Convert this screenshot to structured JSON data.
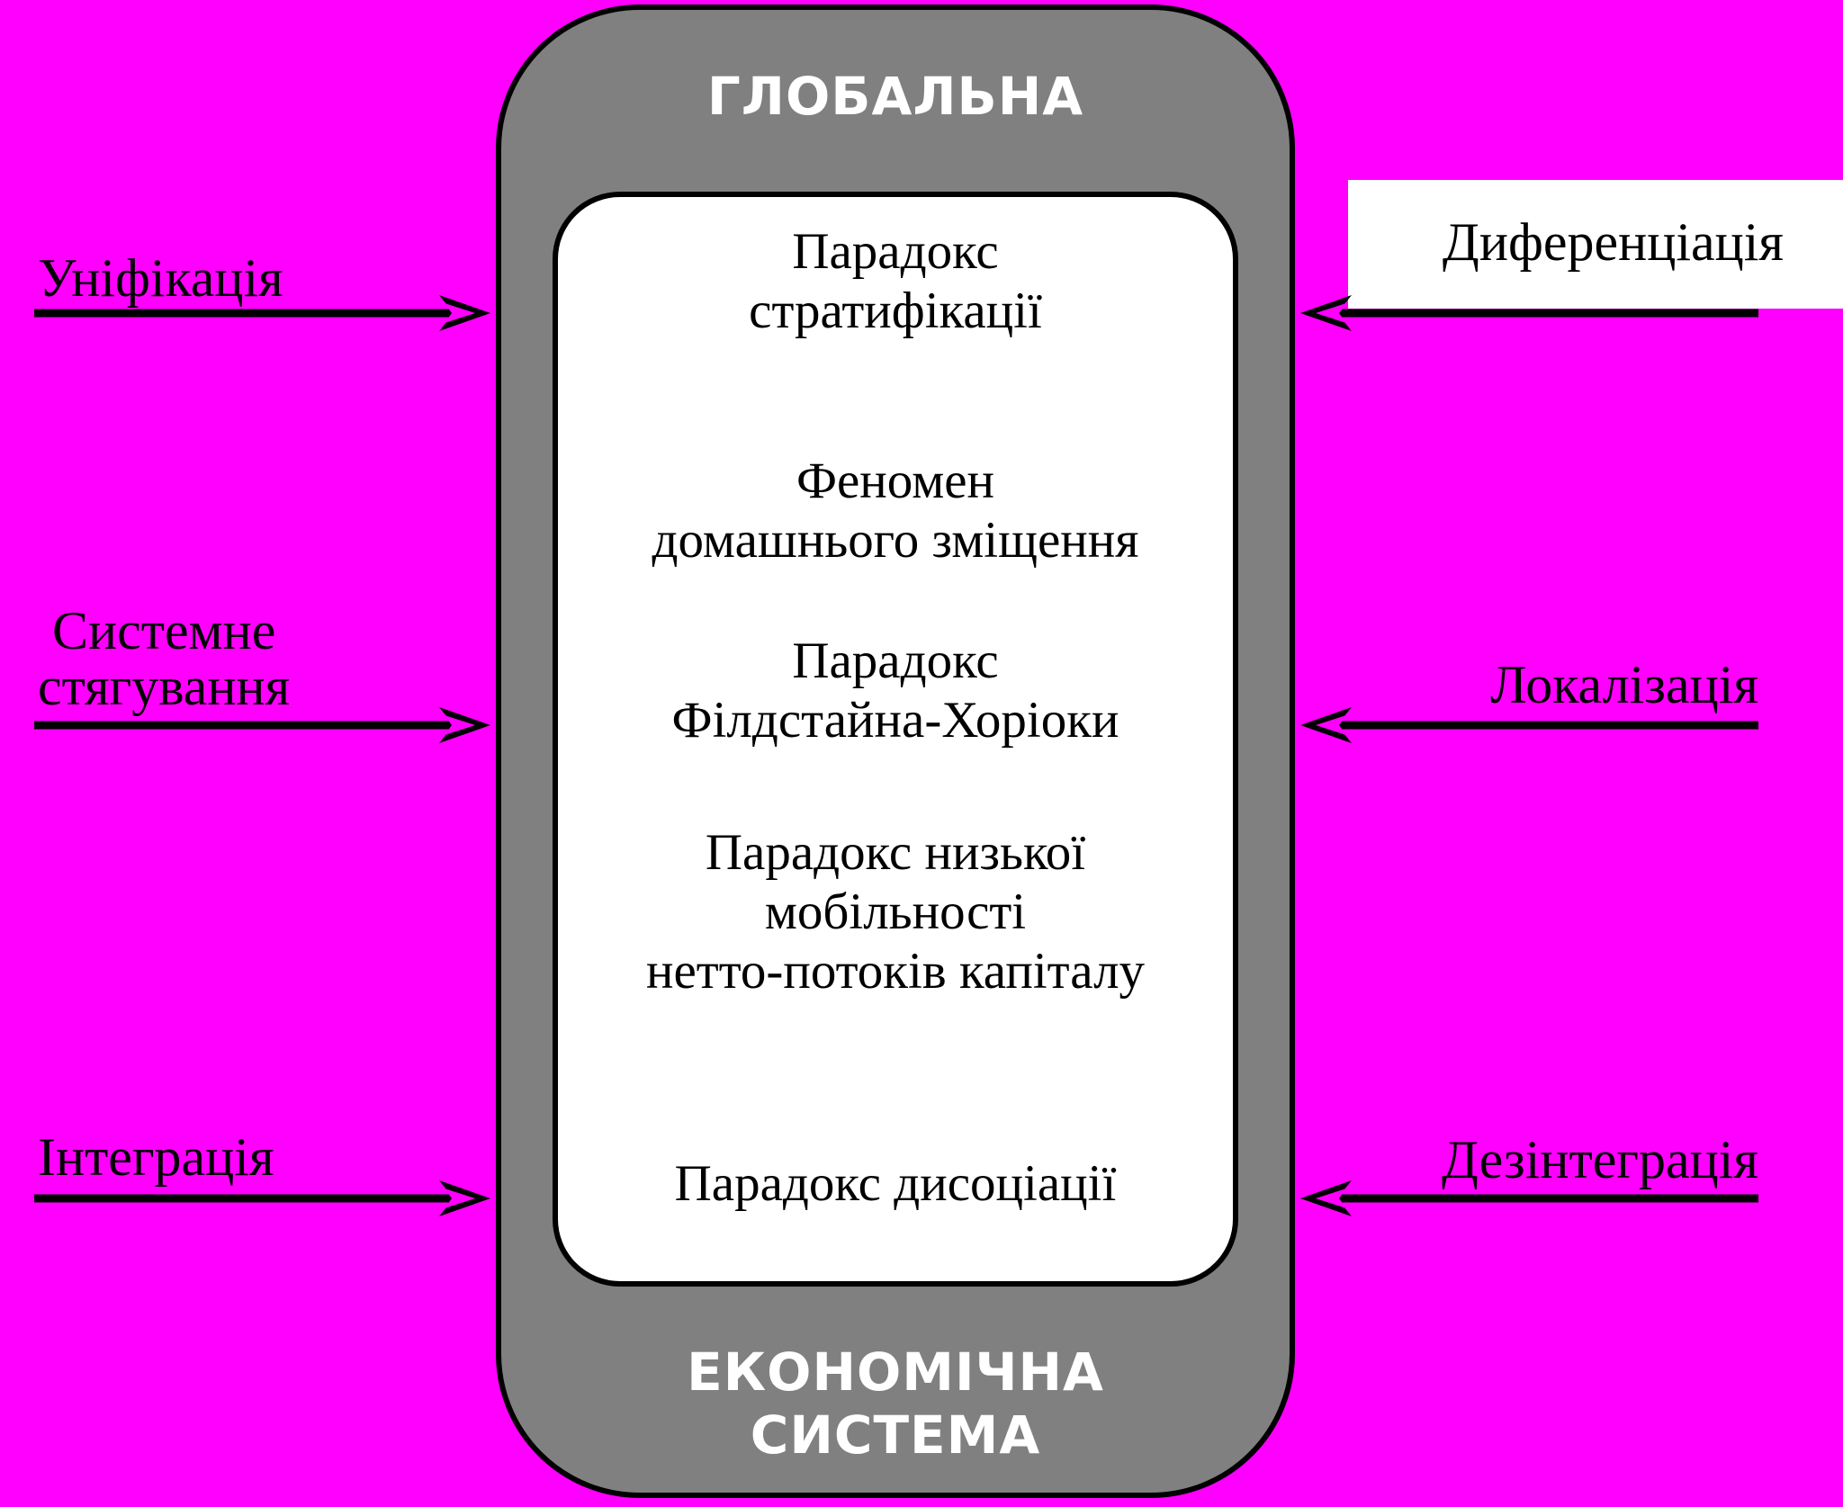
{
  "diagram": {
    "system_title": {
      "top": "ГЛОБАЛЬНА",
      "bottom_line1": "ЕКОНОМІЧНА",
      "bottom_line2": "СИСТЕМА"
    },
    "paradoxes": [
      {
        "line1": "Парадокс",
        "line2": "стратифікації",
        "line3": ""
      },
      {
        "line1": "Феномен",
        "line2": "домашнього зміщення",
        "line3": ""
      },
      {
        "line1": "Парадокс",
        "line2": "Філдстайна-Хоріоки",
        "line3": ""
      },
      {
        "line1": "Парадокс низької",
        "line2": "мобільності",
        "line3": "нетто-потоків капіталу"
      },
      {
        "line1": "Парадокс дисоціації",
        "line2": "",
        "line3": ""
      }
    ],
    "left_forces": [
      {
        "line1": "Уніфікація",
        "line2": ""
      },
      {
        "line1": "Системне",
        "line2": "стягування"
      },
      {
        "line1": "Інтеграція",
        "line2": ""
      }
    ],
    "right_forces": [
      {
        "line1": "Диференціація",
        "line2": ""
      },
      {
        "line1": "Локалізація",
        "line2": ""
      },
      {
        "line1": "Дезінтеграція",
        "line2": ""
      }
    ],
    "colors": {
      "background": "#ff00ff",
      "outer_box": "#808080",
      "inner_box": "#ffffff",
      "outline": "#000000",
      "title_text": "#ffffff"
    }
  }
}
